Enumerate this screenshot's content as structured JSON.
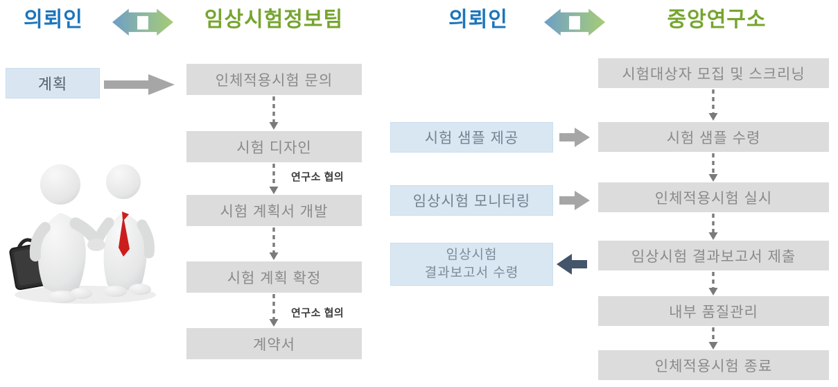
{
  "left_panel": {
    "client_label": "의뢰인",
    "team_label": "임상시험정보팀",
    "plan_box": "계획",
    "steps": [
      "인체적용시험 문의",
      "시험 디자인",
      "시험 계획서 개발",
      "시험 계획 확정",
      "계약서"
    ],
    "annotations": [
      "연구소 협의",
      "연구소 협의"
    ]
  },
  "right_panel": {
    "client_label": "의뢰인",
    "lab_label": "중앙연구소",
    "steps": [
      "시험대상자 모집 및 스크리닝",
      "시험 샘플 수령",
      "인체적용시험 실시",
      "임상시험 결과보고서 제출",
      "내부 품질관리",
      "인체적용시험 종료"
    ],
    "client_actions": {
      "provide_sample": "시험 샘플 제공",
      "monitoring": "임상시험 모니터링",
      "receive_report_line1": "임상시험",
      "receive_report_line2": "결과보고서 수령"
    }
  },
  "colors": {
    "client_blue": "#1b75bc",
    "org_green": "#76a52e",
    "step_box_gray": "#dcdcdc",
    "action_box_blue": "#d9e7f3",
    "navy_arrow": "#44546a",
    "gray_arrow": "#a6a6a6"
  }
}
